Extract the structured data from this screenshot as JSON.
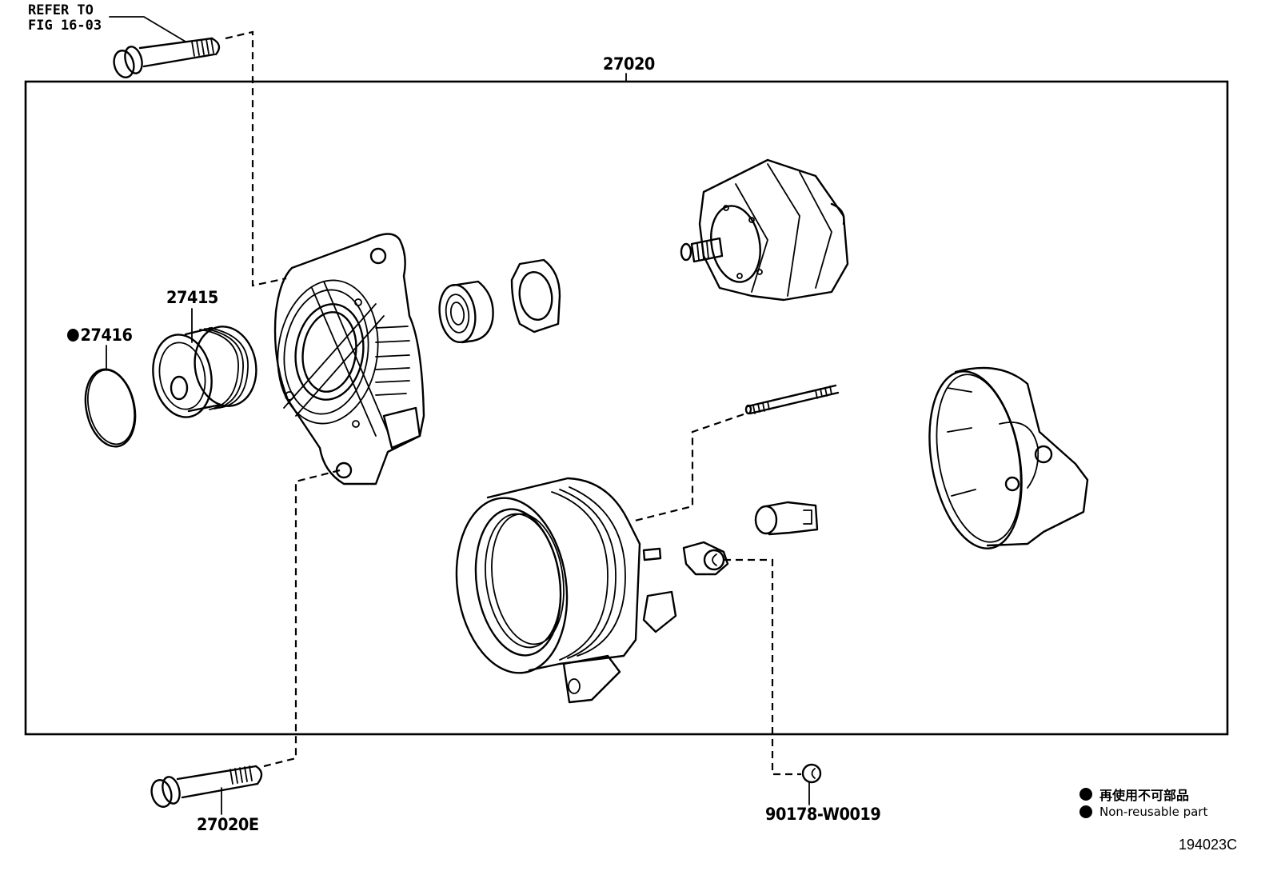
{
  "title": "Alternator exploded parts diagram",
  "figure_code": "194023C",
  "assembly": {
    "part_number": "27020"
  },
  "labels": {
    "refer_line1": "REFER TO",
    "refer_line2": "FIG 16-03",
    "pulley": "27415",
    "pulley_cap": "27416",
    "through_bolt": "27020E",
    "nut": "90178-W0019"
  },
  "legend": {
    "japanese": "再使用不可部品",
    "english": "Non-reusable part"
  },
  "colors": {
    "ink": "#000000",
    "background": "#ffffff"
  }
}
